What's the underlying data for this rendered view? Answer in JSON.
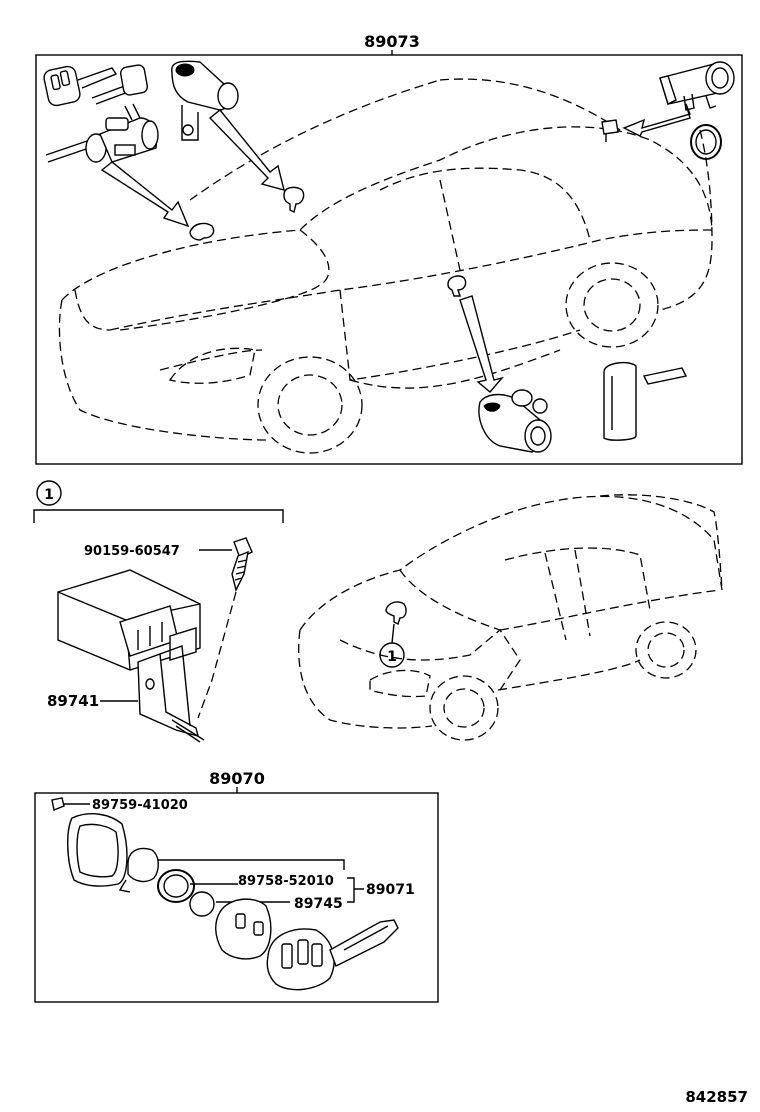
{
  "labels": {
    "box_top": "89073",
    "callout_1_left": "1",
    "callout_1_car": "1",
    "bolt": "90159-60547",
    "module": "89741",
    "box_bottom": "89070",
    "screw": "89759-41020",
    "ring": "89758-52010",
    "assembly": "89071",
    "battery": "89745",
    "illustration_no": "842857"
  },
  "icons": [
    "remote-key-fob-icon",
    "door-lock-cylinder-icon",
    "ignition-cylinder-icon",
    "trunk-cylinder-icon",
    "transmitter-case-icon",
    "security-module-icon",
    "bolt-icon"
  ]
}
